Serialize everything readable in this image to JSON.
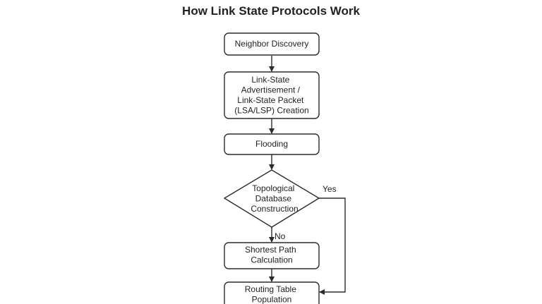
{
  "title": "How Link State Protocols Work",
  "nodes": {
    "neighbor": {
      "lines": [
        "Neighbor Discovery"
      ]
    },
    "lsa": {
      "lines": [
        "Link-State",
        "Advertisement /",
        "Link-State Packet",
        "(LSA/LSP) Creation"
      ]
    },
    "flooding": {
      "lines": [
        "Flooding"
      ]
    },
    "topology": {
      "lines": [
        "Topological",
        "Database",
        "Construction"
      ]
    },
    "spf": {
      "lines": [
        "Shortest Path",
        "Calculation"
      ]
    },
    "routing": {
      "lines": [
        "Routing Table",
        "Population"
      ]
    }
  },
  "edge_labels": {
    "yes": "Yes",
    "no": "No"
  }
}
